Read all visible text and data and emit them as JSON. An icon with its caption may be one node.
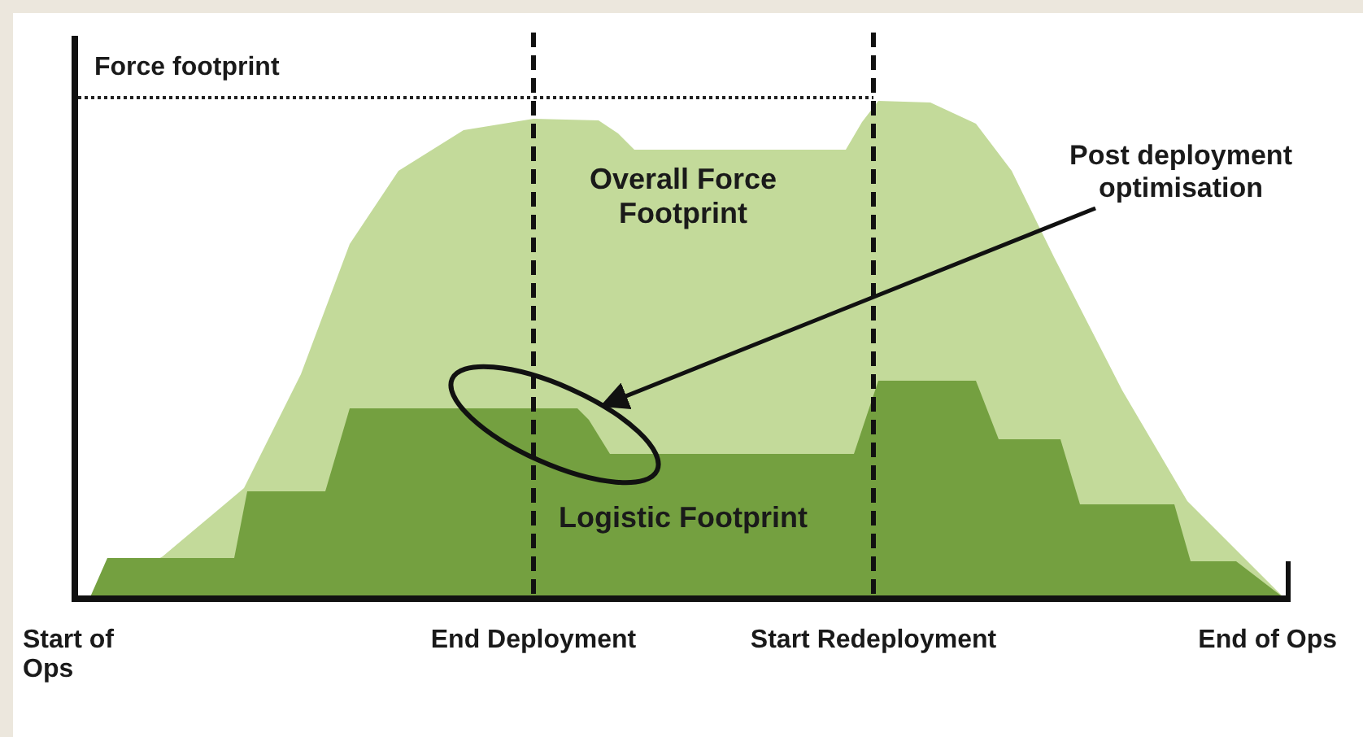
{
  "diagram": {
    "nodes": [
      {
        "text": [
          "Post deployment optimisation"
        ]
      },
      {
        "text": [],
        "shape": "circle"
      }
    ],
    "edges": [
      {
        "from": 0,
        "to": 1,
        "arrow": "to"
      }
    ],
    "labels": [
      "Force footprint",
      "Overall Force Footprint",
      "Logistic Footprint",
      "Start of Ops",
      "End Deployment",
      "Start Redeployment",
      "End of Ops"
    ]
  }
}
